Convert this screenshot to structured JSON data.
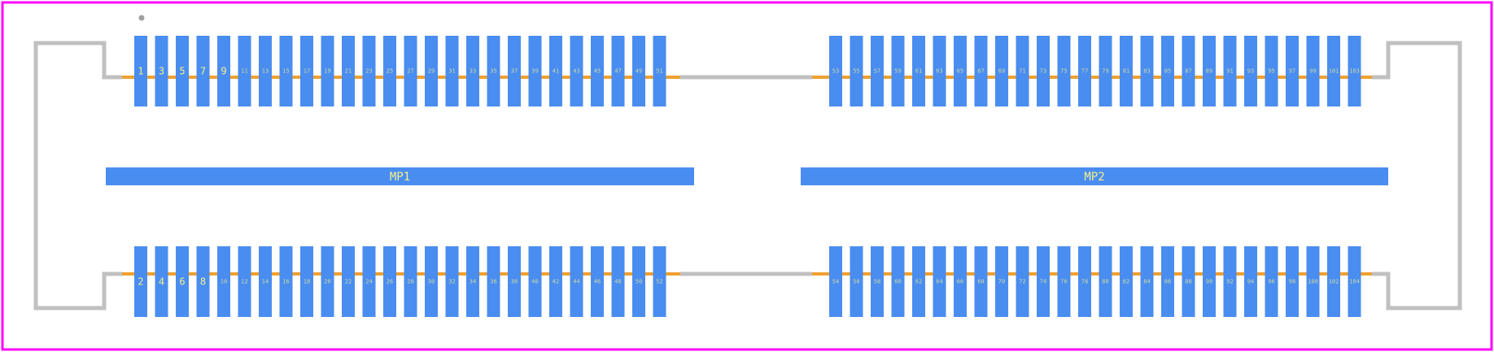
{
  "colors": {
    "background": "#ffffff",
    "board_outline": "#ff00ff",
    "pad": "#4a8df0",
    "pad_label": "#f2f08a",
    "pin_stub": "#f0a030",
    "silkscreen": "#c0c0c0",
    "pin1_marker": "#a0a0a0"
  },
  "pad_labels": {
    "top_left": [
      "1",
      "3",
      "5",
      "7",
      "9",
      "11",
      "13",
      "15",
      "17",
      "19",
      "21",
      "23",
      "25",
      "27",
      "29",
      "31",
      "33",
      "35",
      "37",
      "39",
      "41",
      "43",
      "45",
      "47",
      "49",
      "51"
    ],
    "top_right": [
      "53",
      "55",
      "57",
      "59",
      "61",
      "63",
      "65",
      "67",
      "69",
      "71",
      "73",
      "75",
      "77",
      "79",
      "81",
      "83",
      "85",
      "87",
      "89",
      "91",
      "93",
      "95",
      "97",
      "99",
      "101",
      "103"
    ],
    "bottom_left": [
      "2",
      "4",
      "6",
      "8",
      "10",
      "12",
      "14",
      "16",
      "18",
      "20",
      "22",
      "24",
      "26",
      "28",
      "30",
      "32",
      "34",
      "36",
      "38",
      "40",
      "42",
      "44",
      "46",
      "48",
      "50",
      "52"
    ],
    "bottom_right": [
      "54",
      "56",
      "58",
      "60",
      "62",
      "64",
      "66",
      "68",
      "70",
      "72",
      "74",
      "76",
      "78",
      "80",
      "82",
      "84",
      "86",
      "88",
      "90",
      "92",
      "94",
      "96",
      "98",
      "100",
      "102",
      "104"
    ]
  },
  "mounting_pads": [
    {
      "label": "MP1"
    },
    {
      "label": "MP2"
    }
  ]
}
